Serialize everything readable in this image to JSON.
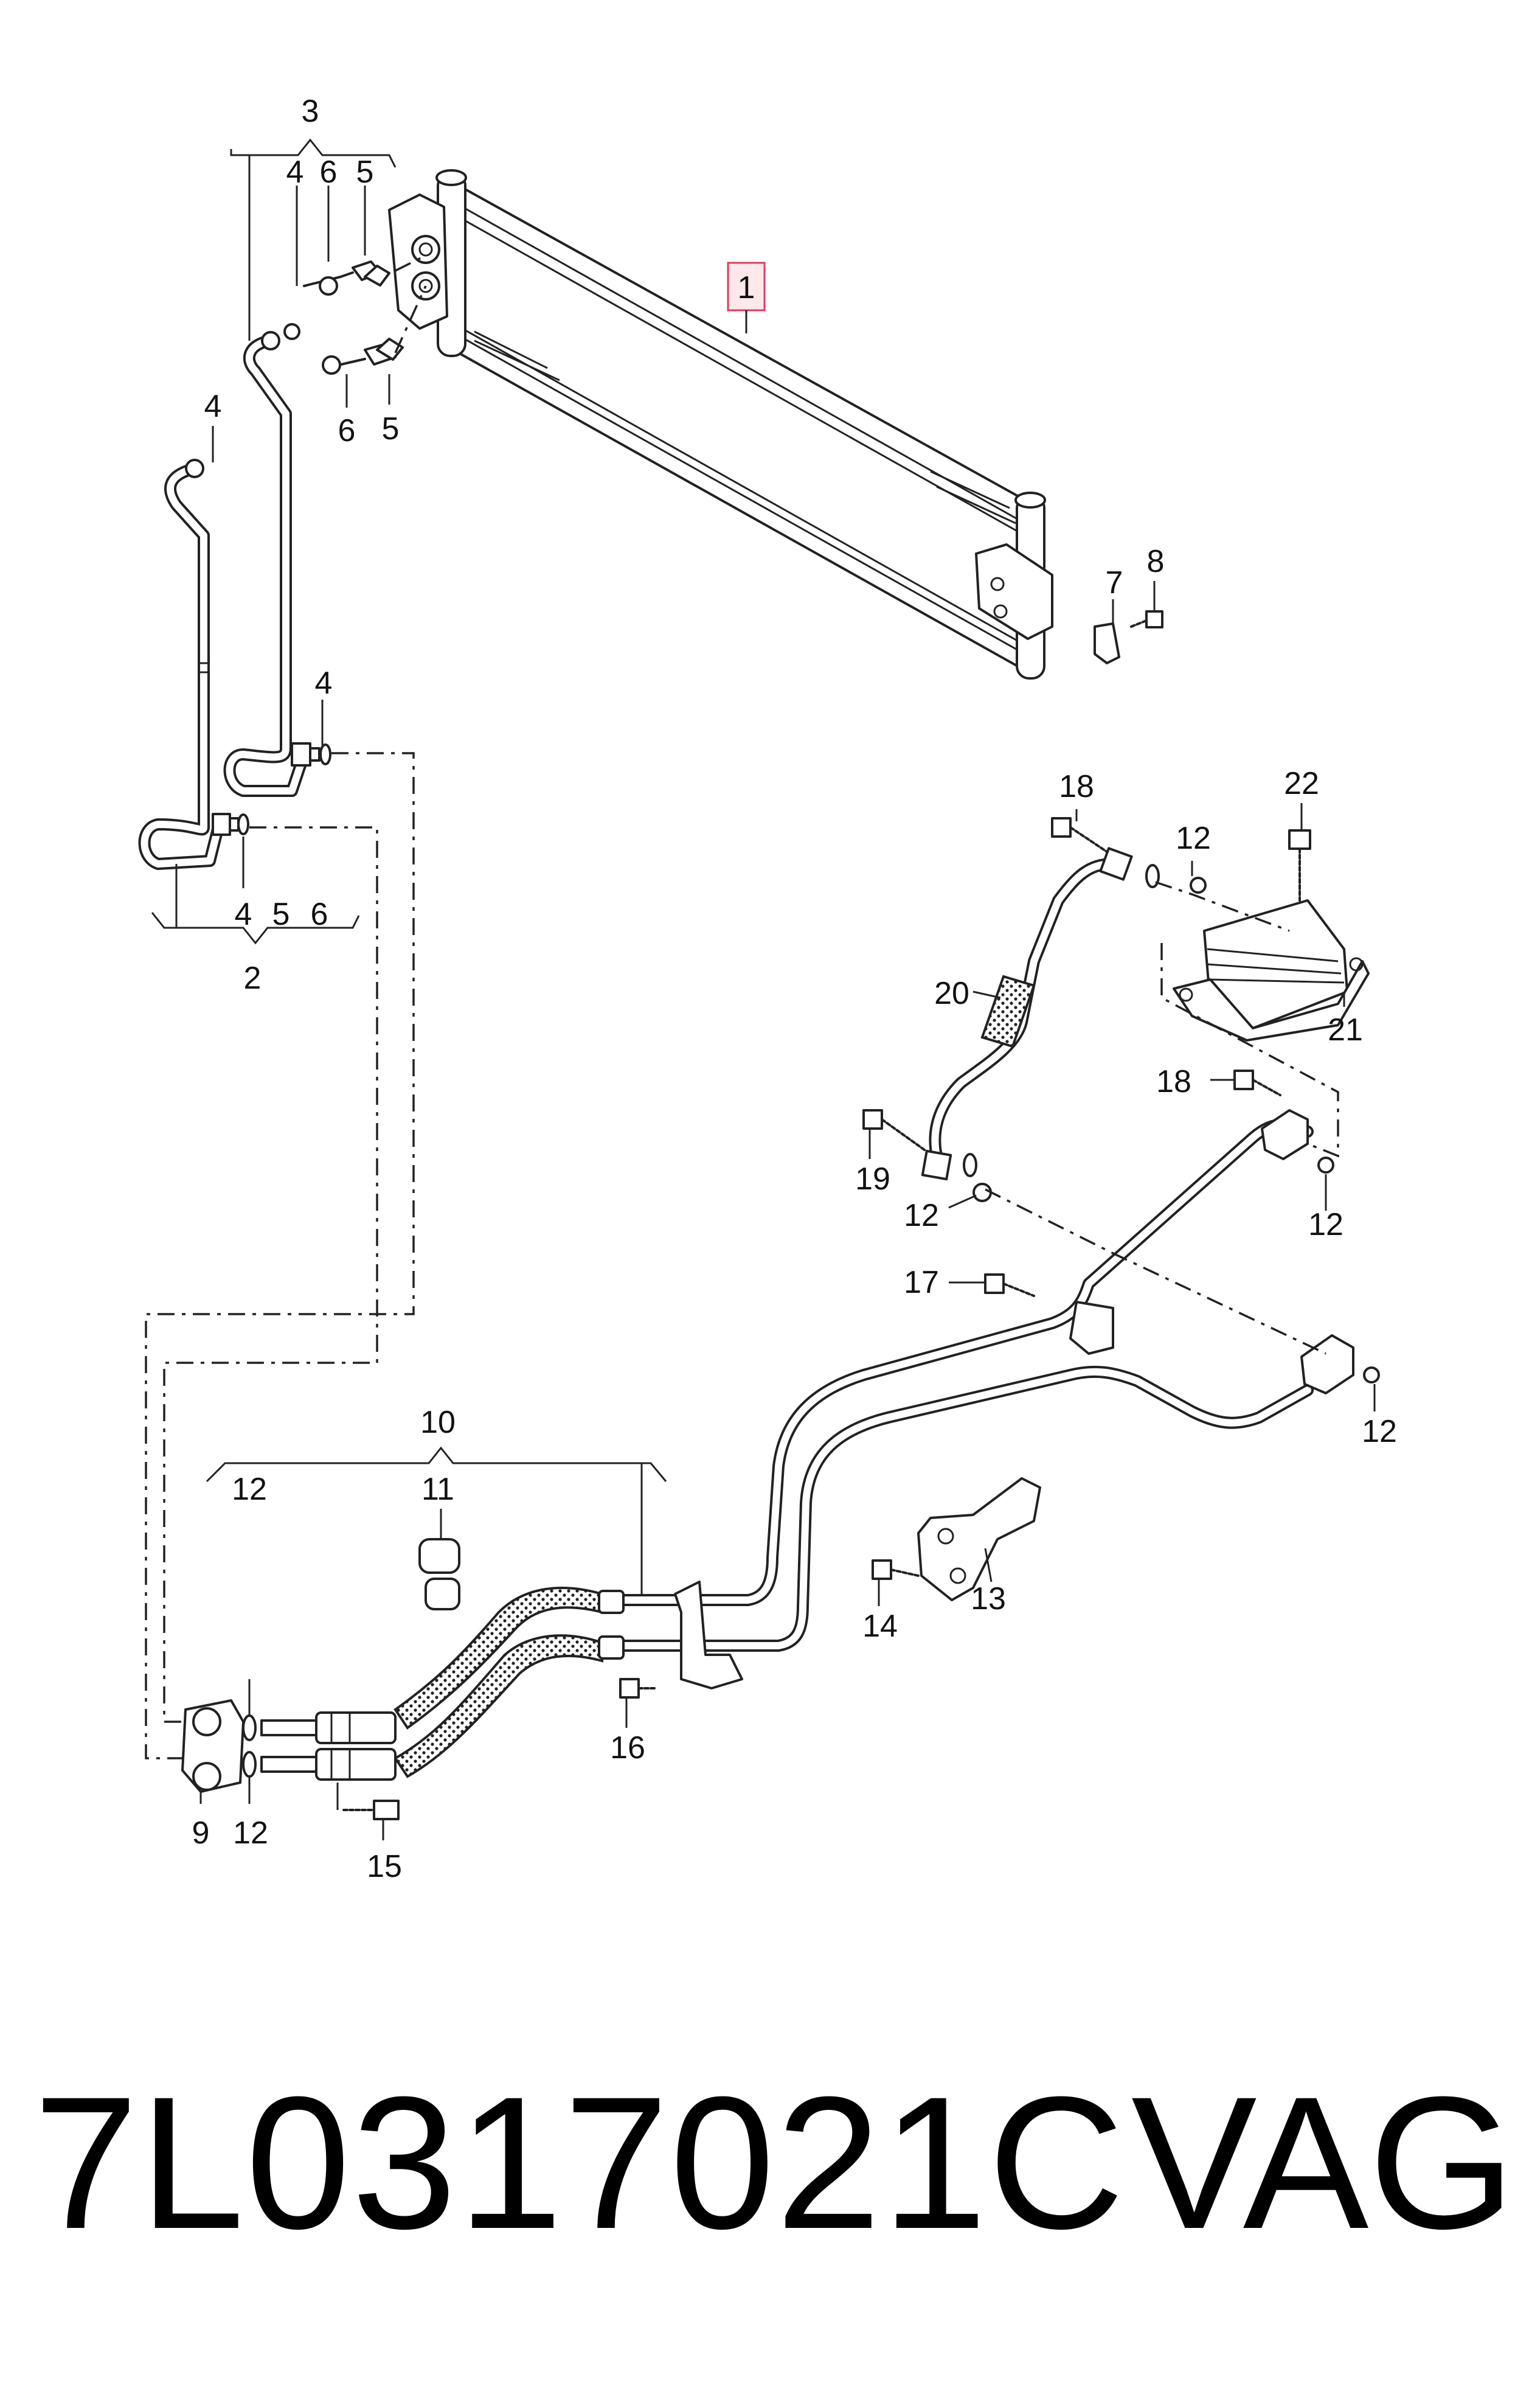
{
  "callouts": {
    "c1": "1",
    "c2": "2",
    "c3": "3",
    "c4a": "4",
    "c6a": "6",
    "c5a": "5",
    "c6b": "6",
    "c5b": "5",
    "c4b": "4",
    "c4c": "4",
    "c4d": "4",
    "c5d": "5",
    "c6d": "6",
    "c7": "7",
    "c8": "8",
    "c18a": "18",
    "c12a": "12",
    "c22": "22",
    "c20": "20",
    "c21": "21",
    "c18b": "18",
    "c19": "19",
    "c12b": "12",
    "c12c": "12",
    "c17": "17",
    "c12d": "12",
    "c10": "10",
    "c11": "11",
    "c12e": "12",
    "c12f": "12",
    "c9": "9",
    "c15": "15",
    "c16": "16",
    "c13": "13",
    "c14": "14"
  },
  "footer": {
    "part_number": "7L0317021C",
    "brand": "VAG"
  },
  "colors": {
    "highlight_stroke": "#e23b5a",
    "highlight_fill": "#fde8ec",
    "line": "#222222"
  }
}
